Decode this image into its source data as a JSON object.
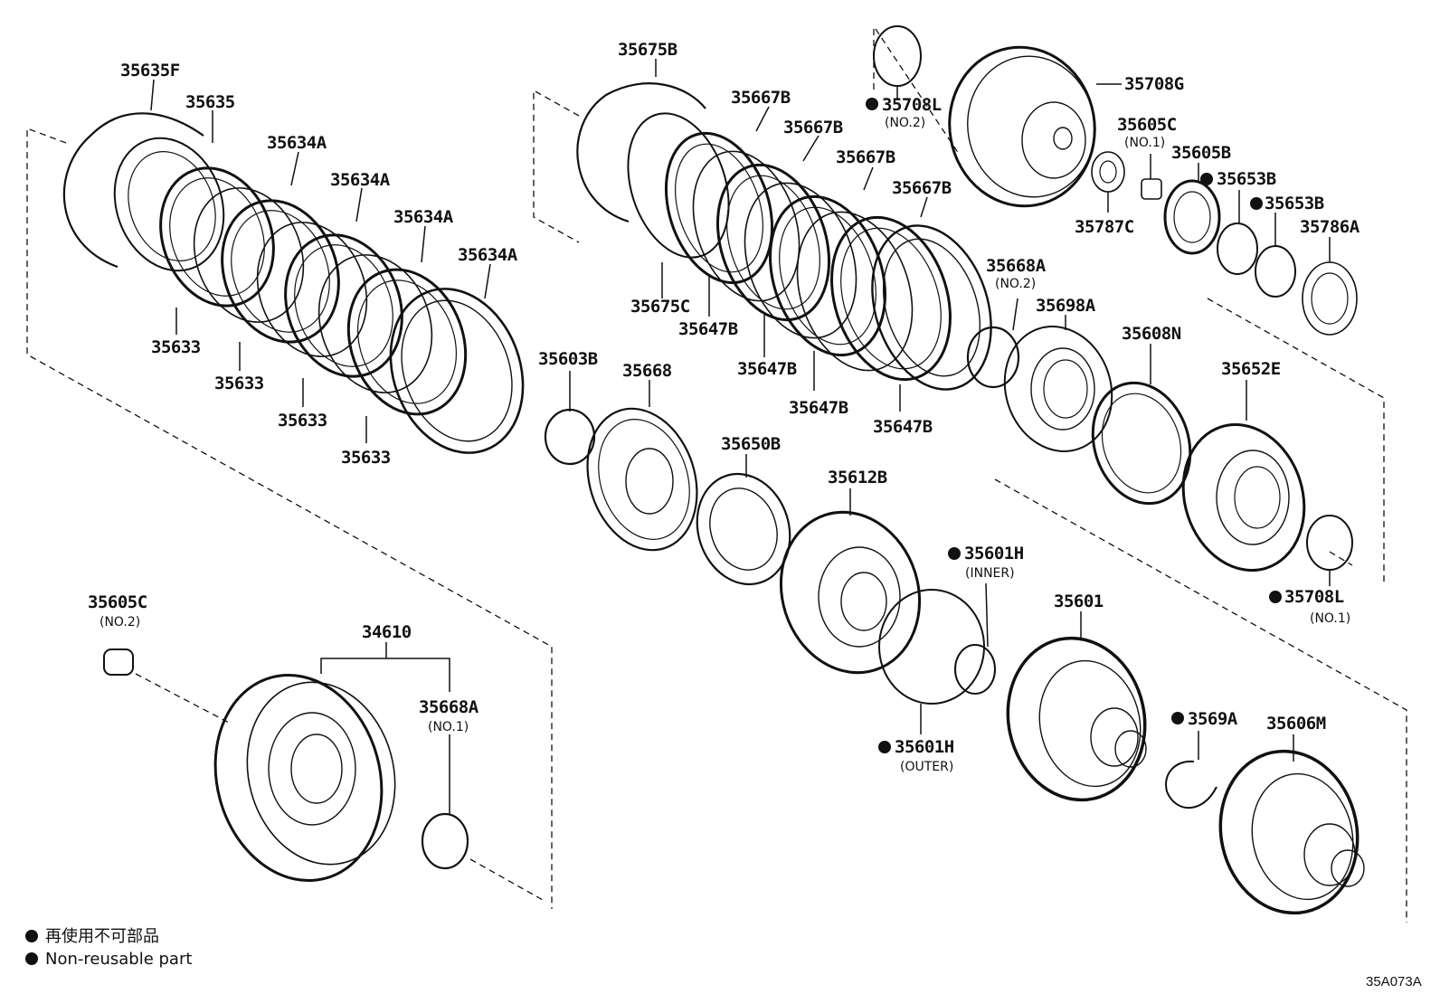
{
  "parts": {
    "p35635F": "35635F",
    "p35635": "35635",
    "p35634A": "35634A",
    "p35633": "35633",
    "p35675B": "35675B",
    "p35667B": "35667B",
    "p35675C": "35675C",
    "p35647B": "35647B",
    "p35708L": "35708L",
    "p35708G": "35708G",
    "p35605C": "35605C",
    "p35605B": "35605B",
    "p35653B": "35653B",
    "p35787C": "35787C",
    "p35786A": "35786A",
    "p35668A": "35668A",
    "p35698A": "35698A",
    "p35608N": "35608N",
    "p35652E": "35652E",
    "p35603B": "35603B",
    "p35668": "35668",
    "p35650B": "35650B",
    "p35612B": "35612B",
    "p35601H": "35601H",
    "p35601": "35601",
    "p3569A": "3569A",
    "p35606M": "35606M",
    "p34610": "34610"
  },
  "notes": {
    "no1": "(NO.1)",
    "no2": "(NO.2)",
    "inner": "(INNER)",
    "outer": "(OUTER)"
  },
  "legend": {
    "japanese": "再使用不可部品",
    "english": "Non-reusable part"
  },
  "diagram_code": "35A073A"
}
